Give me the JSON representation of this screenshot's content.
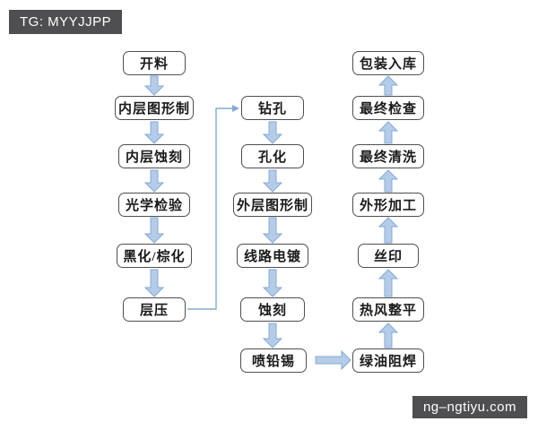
{
  "badges": {
    "top_left": "TG: MYYJJPP",
    "bottom_right": "ng–ngtiyu.com"
  },
  "colors": {
    "background": "#ffffff",
    "box_border": "#4f4f4f",
    "box_fill": "#ffffff",
    "box_text": "#1a1a1a",
    "arrow_fill": "#b5cce8",
    "arrow_stroke": "#84aad4",
    "connector": "#84aad4",
    "badge_bg": "#4f4f51",
    "badge_text": "#ffffff"
  },
  "flow": {
    "col1": {
      "direction": "top-to-bottom",
      "steps": [
        "开料",
        "内层图形制",
        "内层蚀刻",
        "光学检验",
        "黑化/棕化",
        "层压"
      ]
    },
    "col2": {
      "direction": "top-to-bottom",
      "steps": [
        "钻孔",
        "孔化",
        "外层图形制",
        "线路电镀",
        "蚀刻",
        "喷铅锡"
      ]
    },
    "col3": {
      "direction": "bottom-to-top",
      "note": "steps listed in displayed top-to-bottom order; process flows upward",
      "steps": [
        "包装入库",
        "最终检查",
        "最终清洗",
        "外形加工",
        "丝印",
        "热风整平",
        "绿油阻焊"
      ]
    },
    "sequence": [
      "开料",
      "内层图形制",
      "内层蚀刻",
      "光学检验",
      "黑化/棕化",
      "层压",
      "钻孔",
      "孔化",
      "外层图形制",
      "线路电镀",
      "蚀刻",
      "喷铅锡",
      "绿油阻焊",
      "热风整平",
      "丝印",
      "外形加工",
      "最终清洗",
      "最终检查",
      "包装入库"
    ],
    "connections": [
      {
        "from": "层压",
        "to": "钻孔",
        "type": "elbow-line-arrow"
      },
      {
        "from": "喷铅锡",
        "to": "绿油阻焊",
        "type": "block-arrow-right"
      }
    ]
  }
}
